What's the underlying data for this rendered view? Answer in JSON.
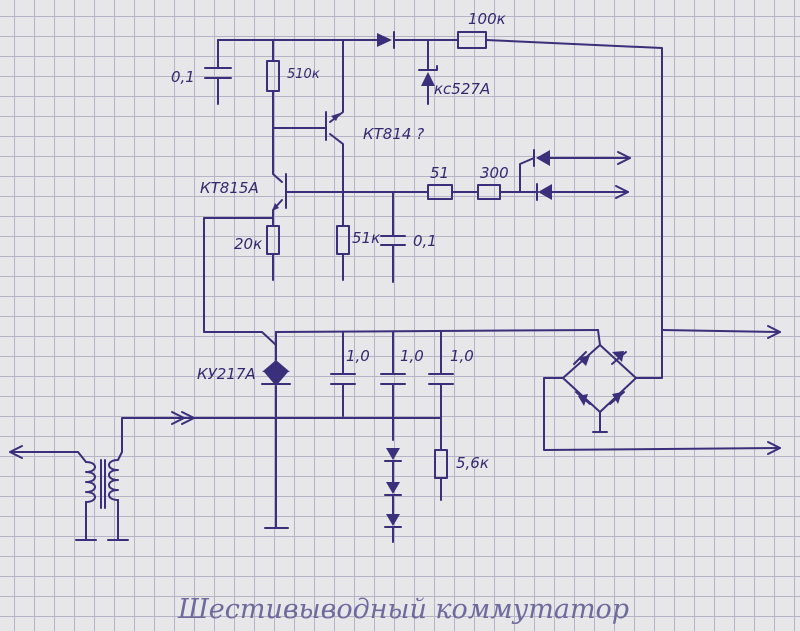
{
  "colors": {
    "ink": "#3a2f7a",
    "paper": "#e7e6e9",
    "grid": "#b6b3c4",
    "caption": "#6e6a9c"
  },
  "labels": {
    "c_top": "0,1",
    "r_510": "510к",
    "r_100k": "100к",
    "zener": "кс527А",
    "q_kt814": "КТ814 ?",
    "q_kt815": "КТ815А",
    "r_51": "51",
    "r_300": "300",
    "r_20": "20к",
    "r_51k": "51к",
    "c_mid": "0,1",
    "scr": "КУ217А",
    "c1": "1,0",
    "c2": "1,0",
    "c3": "1,0",
    "r_56": "5,6к"
  },
  "caption": "Шестивыводный коммутатор"
}
